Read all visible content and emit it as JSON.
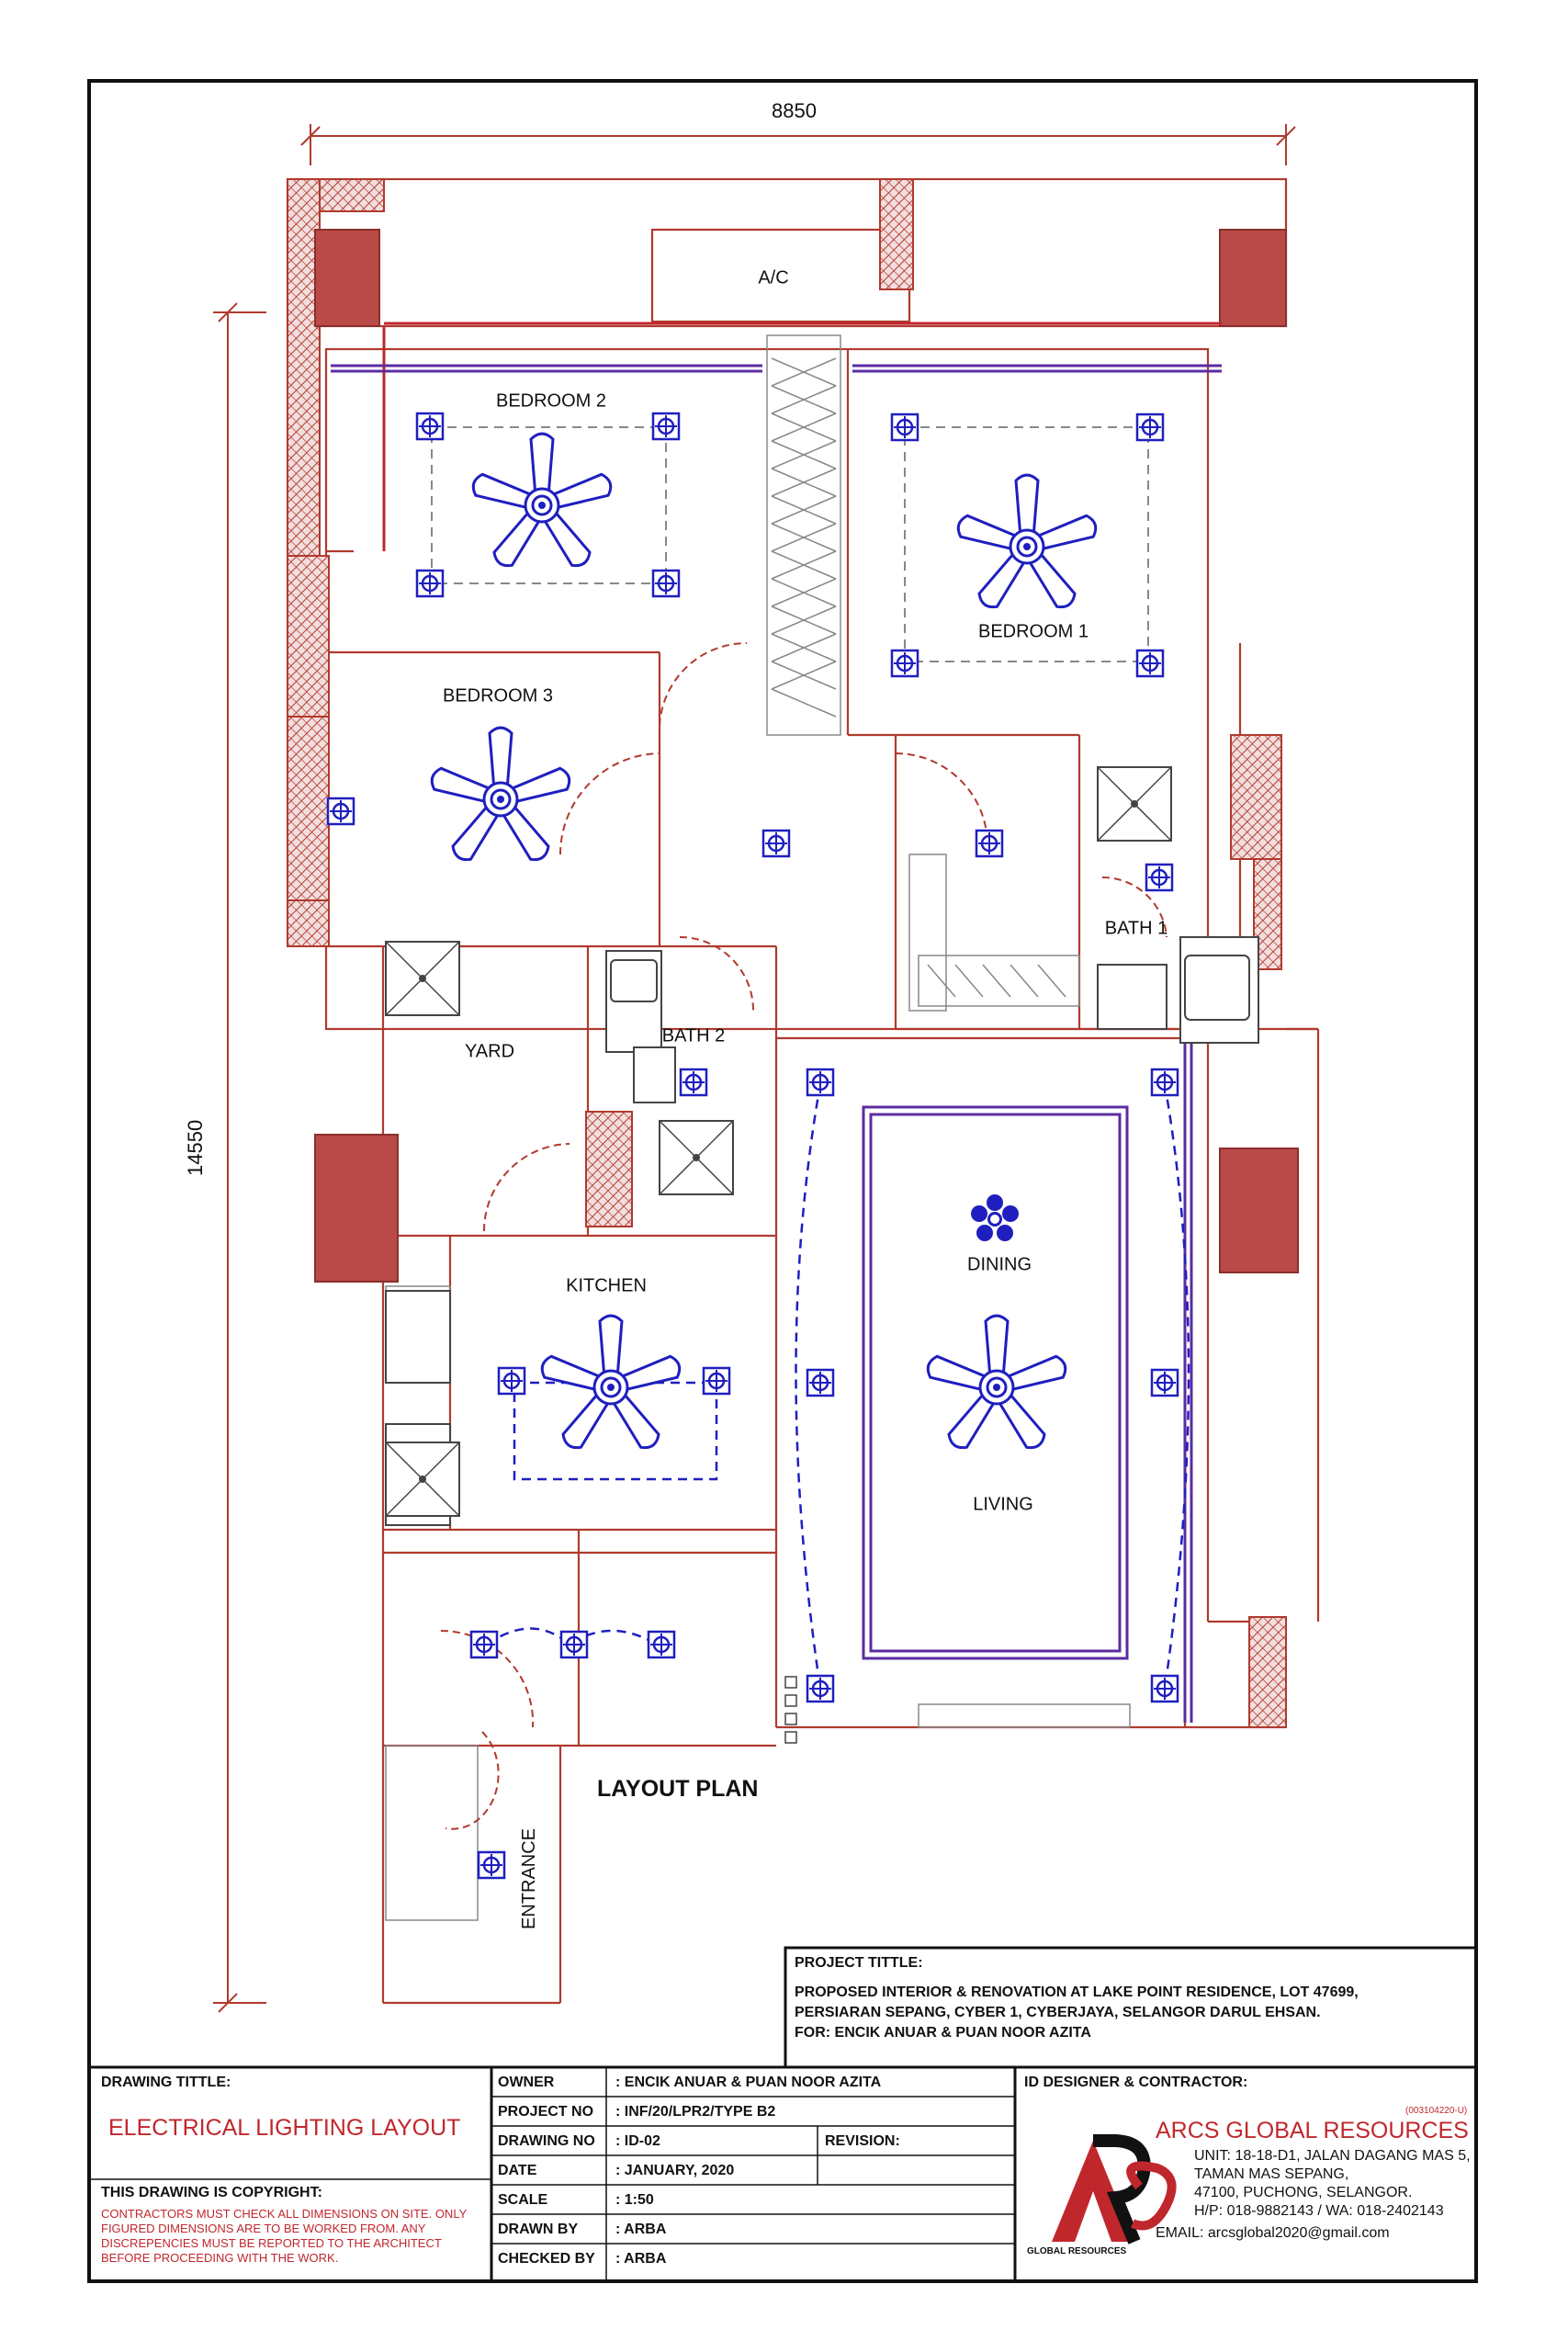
{
  "dimensions": {
    "width": "8850",
    "height": "14550"
  },
  "rooms": {
    "ac": "A/C",
    "bedroom1": "BEDROOM 1",
    "bedroom2": "BEDROOM 2",
    "bedroom3": "BEDROOM 3",
    "bath1": "BATH 1",
    "bath2": "BATH 2",
    "yard": "YARD",
    "kitchen": "KITCHEN",
    "dining": "DINING",
    "living": "LIVING",
    "entrance": "ENTRANCE"
  },
  "plan_title": "LAYOUT PLAN",
  "project": {
    "label": "PROJECT TITTLE:",
    "line1": "PROPOSED INTERIOR & RENOVATION AT LAKE POINT RESIDENCE, LOT 47699,",
    "line2": "PERSIARAN SEPANG, CYBER 1, CYBERJAYA, SELANGOR DARUL EHSAN.",
    "line3": "FOR: ENCIK ANUAR & PUAN NOOR AZITA"
  },
  "drawing": {
    "title_label": "DRAWING TITTLE:",
    "title": "ELECTRICAL LIGHTING LAYOUT",
    "copyright_label": "THIS DRAWING IS COPYRIGHT:",
    "copyright_note": "CONTRACTORS MUST CHECK ALL DIMENSIONS ON SITE. ONLY FIGURED DIMENSIONS ARE TO BE WORKED FROM. ANY DISCREPENCIES MUST BE REPORTED TO THE ARCHITECT BEFORE PROCEEDING WITH THE WORK."
  },
  "info": [
    {
      "key": "OWNER",
      "value": ": ENCIK ANUAR & PUAN NOOR AZITA"
    },
    {
      "key": "PROJECT NO",
      "value": ": INF/20/LPR2/TYPE B2"
    },
    {
      "key": "DRAWING NO",
      "value": ": ID-02"
    },
    {
      "key": "DATE",
      "value": ": JANUARY, 2020"
    },
    {
      "key": "SCALE",
      "value": ": 1:50"
    },
    {
      "key": "DRAWN BY",
      "value": ": ARBA"
    },
    {
      "key": "CHECKED BY",
      "value": ": ARBA"
    }
  ],
  "revision_label": "REVISION:",
  "contractor": {
    "label": "ID DESIGNER & CONTRACTOR:",
    "reg": "(003104220-U)",
    "name": "ARCS GLOBAL RESOURCES",
    "addr1": "UNIT: 18-18-D1, JALAN DAGANG MAS 5,",
    "addr2": "TAMAN MAS SEPANG,",
    "addr3": "47100, PUCHONG, SELANGOR.",
    "phone": "H/P: 018-9882143 / WA: 018-2402143",
    "email": "EMAIL: arcsglobal2020@gmail.com",
    "logo_text": "GLOBAL RESOURCES"
  },
  "colors": {
    "wall": "#b03a2e",
    "column": "#b94a48",
    "light": "#1f1fbf",
    "title_red": "#c0272d"
  }
}
